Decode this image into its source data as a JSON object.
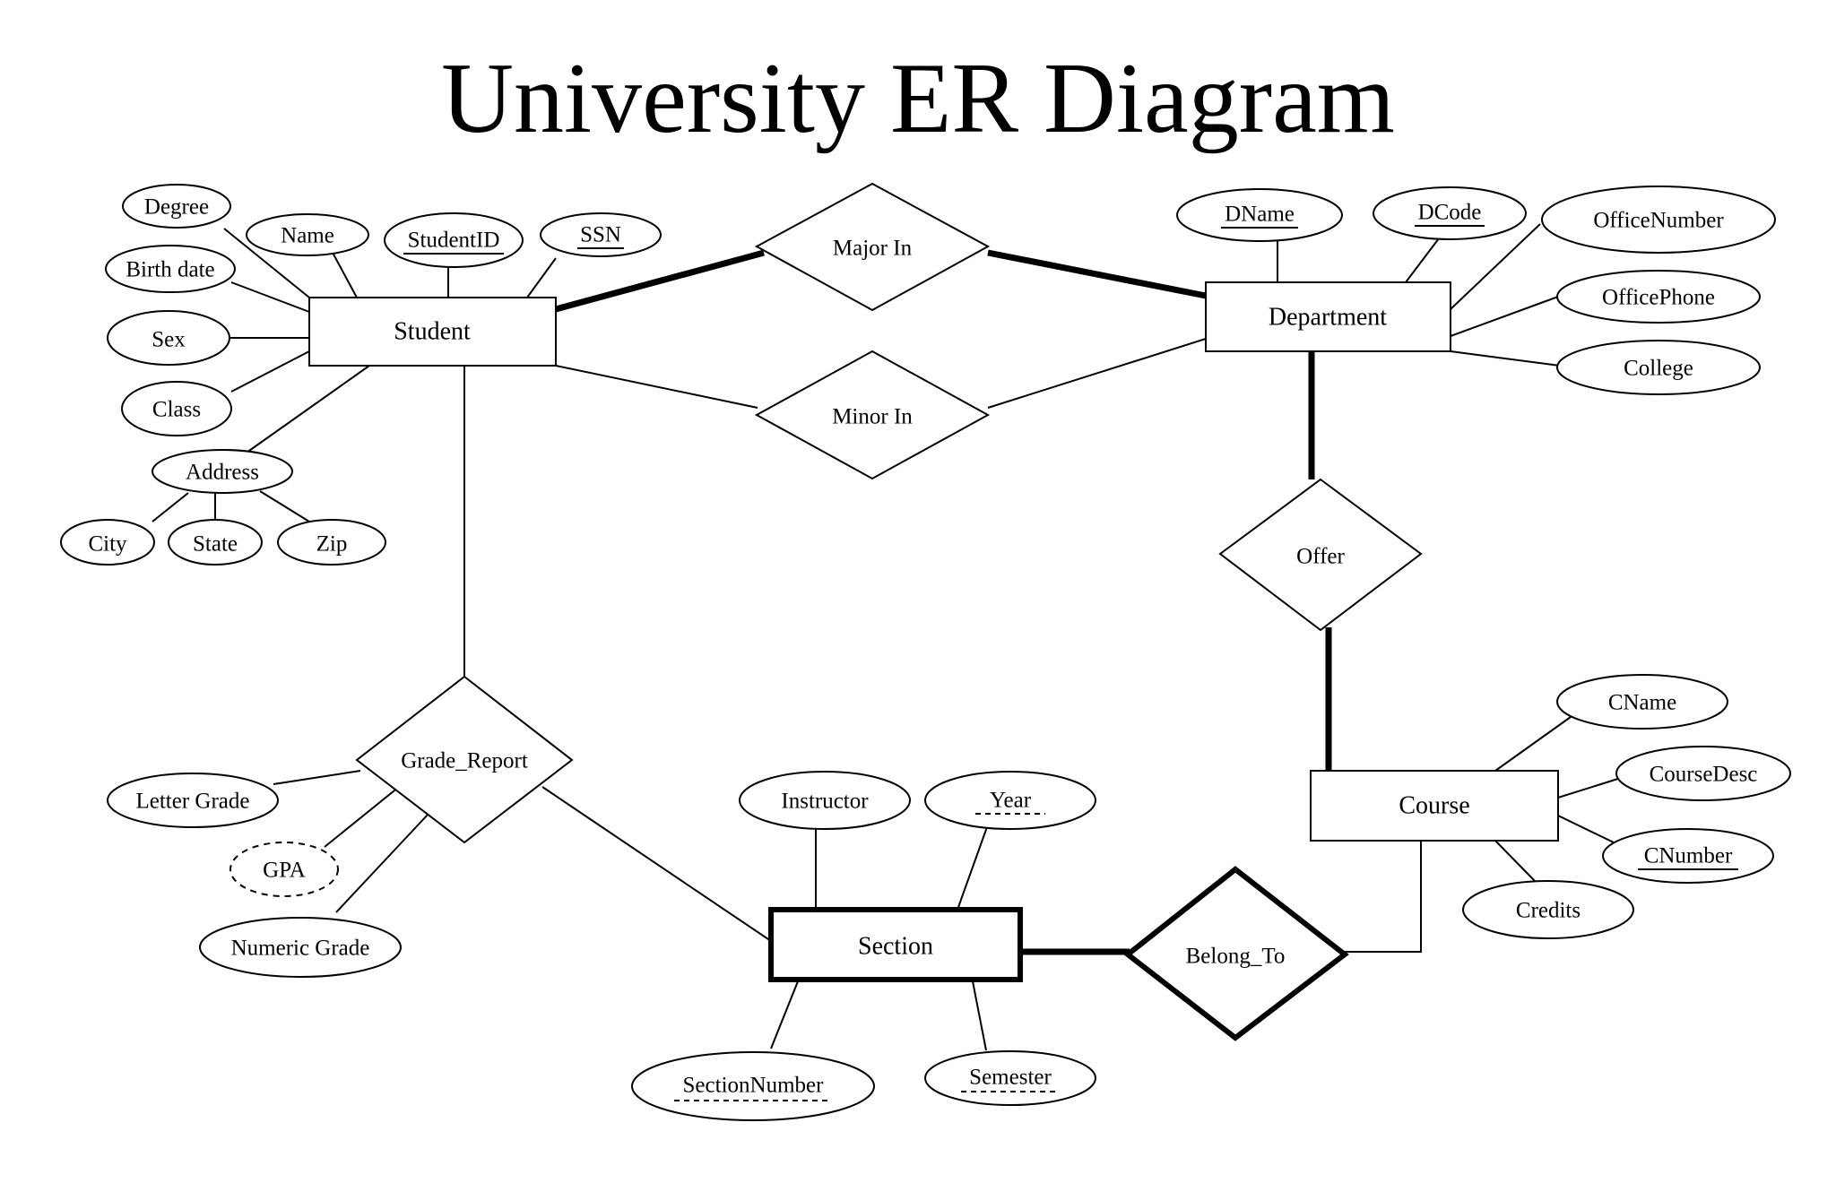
{
  "title": "University ER Diagram",
  "entities": [
    {
      "id": "student",
      "label": "Student"
    },
    {
      "id": "department",
      "label": "Department"
    },
    {
      "id": "course",
      "label": "Course"
    },
    {
      "id": "section",
      "label": "Section",
      "weak": true
    }
  ],
  "relationships": [
    {
      "id": "major_in",
      "label": "Major In",
      "participants": [
        "student",
        "department"
      ]
    },
    {
      "id": "minor_in",
      "label": "Minor In",
      "participants": [
        "student",
        "department"
      ]
    },
    {
      "id": "offer",
      "label": "Offer",
      "participants": [
        "department",
        "course"
      ]
    },
    {
      "id": "grade_report",
      "label": "Grade_Report",
      "participants": [
        "student",
        "section"
      ]
    },
    {
      "id": "belong_to",
      "label": "Belong_To",
      "participants": [
        "section",
        "course"
      ],
      "identifying": true
    }
  ],
  "attributes": [
    {
      "id": "degree",
      "label": "Degree",
      "of": "student"
    },
    {
      "id": "name",
      "label": "Name",
      "of": "student"
    },
    {
      "id": "student_id",
      "label": "StudentID",
      "of": "student",
      "key": true
    },
    {
      "id": "ssn",
      "label": "SSN",
      "of": "student",
      "key": true
    },
    {
      "id": "birth_date",
      "label": "Birth date",
      "of": "student"
    },
    {
      "id": "sex",
      "label": "Sex",
      "of": "student"
    },
    {
      "id": "class",
      "label": "Class",
      "of": "student"
    },
    {
      "id": "address",
      "label": "Address",
      "of": "student",
      "composite": true
    },
    {
      "id": "city",
      "label": "City",
      "of": "address"
    },
    {
      "id": "state",
      "label": "State",
      "of": "address"
    },
    {
      "id": "zip",
      "label": "Zip",
      "of": "address"
    },
    {
      "id": "dname",
      "label": "DName",
      "of": "department",
      "key": true
    },
    {
      "id": "dcode",
      "label": "DCode",
      "of": "department",
      "key": true
    },
    {
      "id": "office_number",
      "label": "OfficeNumber",
      "of": "department"
    },
    {
      "id": "office_phone",
      "label": "OfficePhone",
      "of": "department"
    },
    {
      "id": "college",
      "label": "College",
      "of": "department"
    },
    {
      "id": "cname",
      "label": "CName",
      "of": "course"
    },
    {
      "id": "course_desc",
      "label": "CourseDesc",
      "of": "course"
    },
    {
      "id": "cnumber",
      "label": "CNumber",
      "of": "course",
      "key": true
    },
    {
      "id": "credits",
      "label": "Credits",
      "of": "course"
    },
    {
      "id": "instructor",
      "label": "Instructor",
      "of": "section"
    },
    {
      "id": "year",
      "label": "Year",
      "of": "section",
      "partial_key": true
    },
    {
      "id": "section_number",
      "label": "SectionNumber",
      "of": "section",
      "partial_key": true
    },
    {
      "id": "semester",
      "label": "Semester",
      "of": "section",
      "partial_key": true
    },
    {
      "id": "letter_grade",
      "label": "Letter Grade",
      "of": "grade_report"
    },
    {
      "id": "gpa",
      "label": "GPA",
      "of": "grade_report",
      "derived": true
    },
    {
      "id": "numeric_grade",
      "label": "Numeric Grade",
      "of": "grade_report"
    }
  ]
}
